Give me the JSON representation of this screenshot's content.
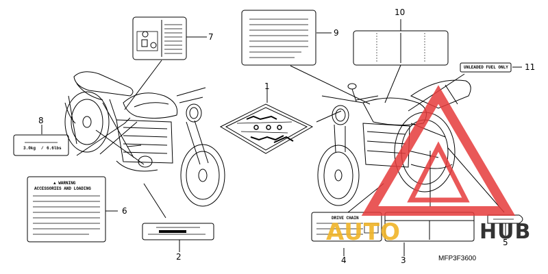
{
  "callouts": [
    "1",
    "2",
    "3",
    "4",
    "5",
    "6",
    "7",
    "8",
    "9",
    "10",
    "11"
  ],
  "label_texts": {
    "unleaded_fuel": "UNLEADED FUEL ONLY",
    "warning_title": "▲ WARNING",
    "warning_subtitle": "ACCESSORIES AND LOADING",
    "weight_left": "3.0kg",
    "weight_sep": "/",
    "weight_right": "6.6lbs",
    "drive_chain": "DRIVE CHAIN"
  },
  "diagram_code": "MFP3F3600",
  "watermark": {
    "brand_left": "AUTO",
    "brand_right": "HUB",
    "color_red": "#e63c3c",
    "color_yellow": "#f0b428",
    "color_dark": "#1e1e1e"
  }
}
